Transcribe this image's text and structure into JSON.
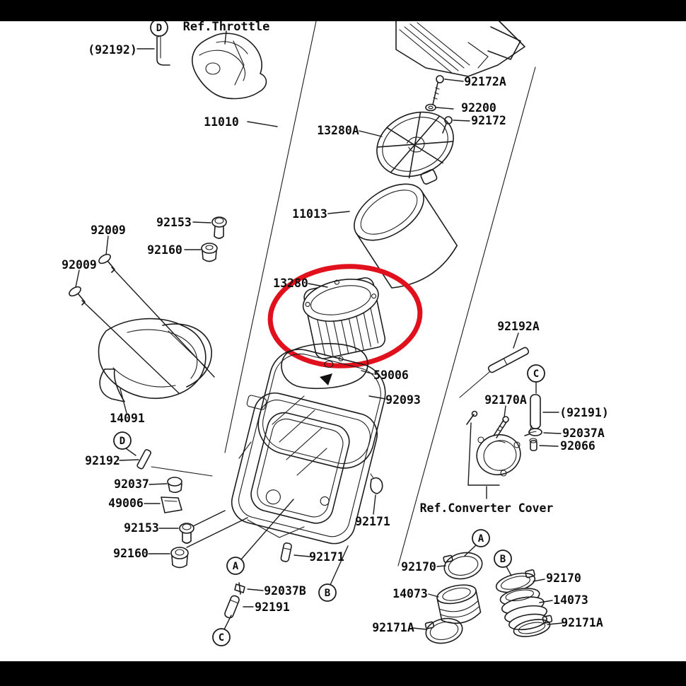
{
  "page": {
    "background": "#ffffff",
    "letterbox_color": "#000000",
    "line_color": "#1c1c1c"
  },
  "highlight": {
    "color": "#e0101c",
    "highlighted_part": "13280"
  },
  "callouts": {
    "a": "A",
    "b": "B",
    "c": "C",
    "d": "D"
  },
  "labels": {
    "ref_throttle": "Ref.Throttle",
    "p92192_paren": "(92192)",
    "p11010": "11010",
    "p13280a": "13280A",
    "p92172a": "92172A",
    "p92200": "92200",
    "p92172": "92172",
    "p11013": "11013",
    "p13280": "13280",
    "p92009_top": "92009",
    "p92009_left": "92009",
    "p92153_top": "92153",
    "p92160_top": "92160",
    "p14091": "14091",
    "p92192_left": "92192",
    "p92037": "92037",
    "p49006": "49006",
    "p92153_bot": "92153",
    "p92160_bot": "92160",
    "p59006": "59006",
    "p92093": "92093",
    "p92192a": "92192A",
    "p92191_paren": "(92191)",
    "p92037a": "92037A",
    "p92066": "92066",
    "p92170a_part": "92170A",
    "ref_converter": "Ref.Converter Cover",
    "p92171_side": "92171",
    "p92171_bot": "92171",
    "p92037b": "92037B",
    "p92191_bot": "92191",
    "p92170_a": "92170",
    "p14073_a": "14073",
    "p92171a_a": "92171A",
    "p92170_b": "92170",
    "p14073_b": "14073",
    "p92171a_b": "92171A"
  }
}
